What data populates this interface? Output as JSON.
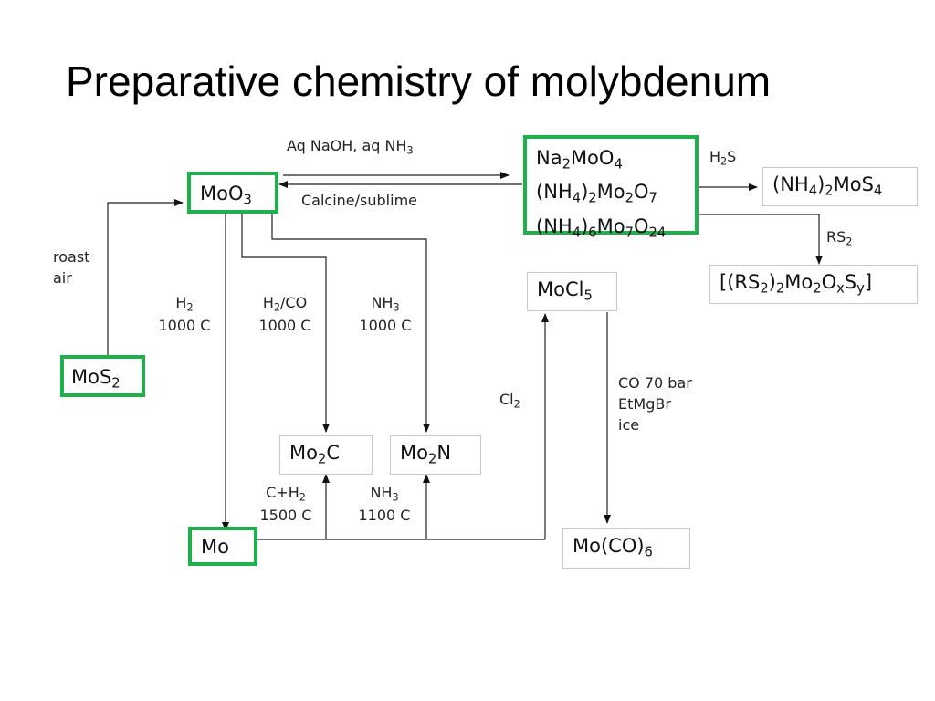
{
  "title": "Preparative chemistry of molybdenum",
  "highlight_color": "#1db04b",
  "nodes": {
    "moo3": [
      [
        "MoO",
        ""
      ],
      [
        "3",
        "s"
      ]
    ],
    "mos2": [
      [
        "MoS",
        ""
      ],
      [
        "2",
        "s"
      ]
    ],
    "mo": [
      [
        "Mo",
        ""
      ]
    ],
    "molybdates": [
      [
        [
          "Na",
          ""
        ],
        [
          "2",
          "s"
        ],
        [
          "MoO",
          ""
        ],
        [
          "4",
          "s"
        ]
      ],
      [
        [
          "(NH",
          ""
        ],
        [
          "4",
          "s"
        ],
        [
          ")",
          ""
        ],
        [
          "2",
          "s"
        ],
        [
          "Mo",
          ""
        ],
        [
          "2",
          "s"
        ],
        [
          "O",
          ""
        ],
        [
          "7",
          "s"
        ]
      ],
      [
        [
          "(NH",
          ""
        ],
        [
          "4",
          "s"
        ],
        [
          ")",
          ""
        ],
        [
          "6",
          "s"
        ],
        [
          "Mo",
          ""
        ],
        [
          "7",
          "s"
        ],
        [
          "O",
          ""
        ],
        [
          "24",
          "s"
        ]
      ]
    ],
    "nh4_2mos4": [
      [
        "(NH",
        ""
      ],
      [
        "4",
        "s"
      ],
      [
        ")",
        ""
      ],
      [
        "2",
        "s"
      ],
      [
        "MoS",
        ""
      ],
      [
        "4",
        "s"
      ]
    ],
    "rs2_complex": [
      [
        "[(RS",
        ""
      ],
      [
        "2",
        "s"
      ],
      [
        ")",
        ""
      ],
      [
        "2",
        "s"
      ],
      [
        "Mo",
        ""
      ],
      [
        "2",
        "s"
      ],
      [
        "O",
        ""
      ],
      [
        "x",
        "s"
      ],
      [
        "S",
        ""
      ],
      [
        "y",
        "s"
      ],
      [
        "]",
        ""
      ]
    ],
    "mocl5": [
      [
        "MoCl",
        ""
      ],
      [
        "5",
        "s"
      ]
    ],
    "mo2c": [
      [
        "Mo",
        ""
      ],
      [
        "2",
        "s"
      ],
      [
        "C",
        ""
      ]
    ],
    "mo2n": [
      [
        "Mo",
        ""
      ],
      [
        "2",
        "s"
      ],
      [
        "N",
        ""
      ]
    ],
    "moco6": [
      [
        "Mo(CO)",
        ""
      ],
      [
        "6",
        "s"
      ]
    ]
  },
  "labels": {
    "aq": [
      [
        "Aq NaOH, aq NH",
        ""
      ],
      [
        "3",
        "s"
      ]
    ],
    "calcine": [
      [
        "Calcine/sublime",
        ""
      ]
    ],
    "h2s": [
      [
        "H",
        ""
      ],
      [
        "2",
        "s"
      ],
      [
        "S",
        ""
      ]
    ],
    "rs2": [
      [
        "RS",
        ""
      ],
      [
        "2",
        "s"
      ]
    ],
    "roast": [
      [
        "roast",
        ""
      ]
    ],
    "air": [
      [
        "air",
        ""
      ]
    ],
    "h2": [
      [
        "H",
        ""
      ],
      [
        "2",
        "s"
      ]
    ],
    "h2_temp": [
      [
        "1000 C",
        ""
      ]
    ],
    "h2co": [
      [
        "H",
        ""
      ],
      [
        "2",
        "s"
      ],
      [
        "/CO",
        ""
      ]
    ],
    "h2co_temp": [
      [
        "1000 C",
        ""
      ]
    ],
    "nh3_top": [
      [
        "NH",
        ""
      ],
      [
        "3",
        "s"
      ]
    ],
    "nh3_top_temp": [
      [
        "1000 C",
        ""
      ]
    ],
    "cl2": [
      [
        "Cl",
        ""
      ],
      [
        "2",
        "s"
      ]
    ],
    "co": [
      [
        "CO 70 bar",
        ""
      ]
    ],
    "etmgbr": [
      [
        "EtMgBr",
        ""
      ]
    ],
    "ice": [
      [
        "ice",
        ""
      ]
    ],
    "ch2": [
      [
        "C+H",
        ""
      ],
      [
        "2",
        "s"
      ]
    ],
    "ch2_temp": [
      [
        "1500 C",
        ""
      ]
    ],
    "nh3_bottom": [
      [
        "NH",
        ""
      ],
      [
        "3",
        "s"
      ]
    ],
    "nh3_bottom_temp": [
      [
        "1100 C",
        ""
      ]
    ]
  }
}
